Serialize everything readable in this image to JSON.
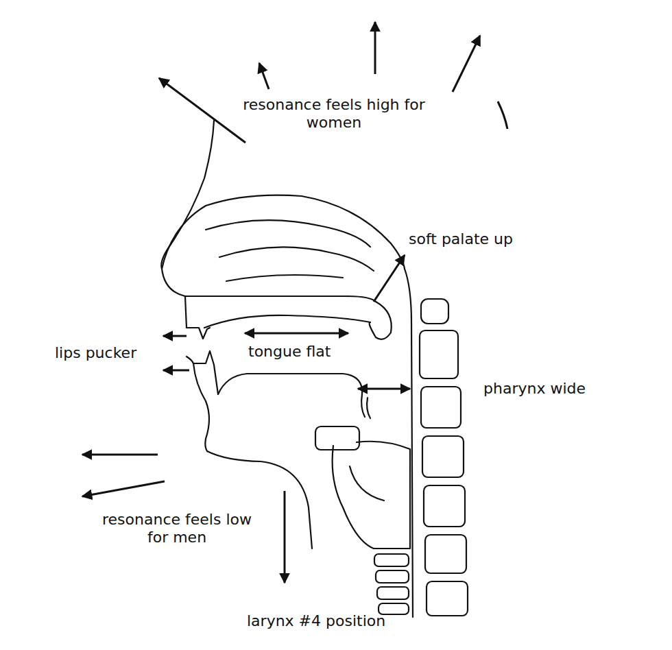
{
  "diagram": {
    "labels": [
      "resonance feels high for women",
      "soft palate up",
      "lips pucker",
      "tongue flat",
      "pharynx wide",
      "resonance feels low for men",
      "larynx #4 position"
    ]
  }
}
